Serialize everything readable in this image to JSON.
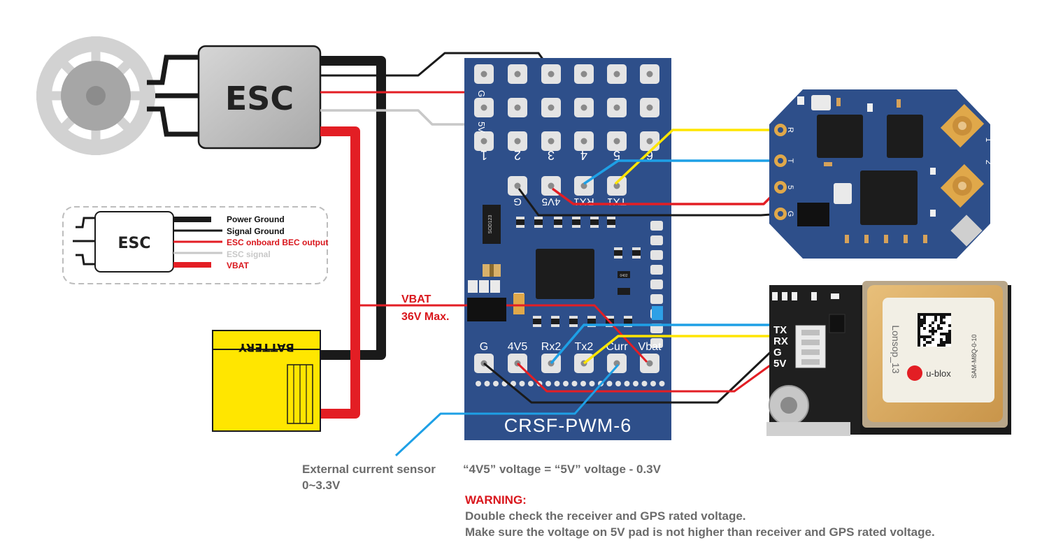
{
  "esc": {
    "label": "ESC"
  },
  "legend": {
    "esc_label": "ESC",
    "items": [
      {
        "text": "Power Ground",
        "color": "#111111"
      },
      {
        "text": "Signal Ground",
        "color": "#111111"
      },
      {
        "text": "ESC onboard BEC output",
        "color": "#d9161c"
      },
      {
        "text": "ESC signal",
        "color": "#c8c8c8"
      },
      {
        "text": "VBAT",
        "color": "#d9161c"
      }
    ]
  },
  "battery": {
    "label": "BATTERY"
  },
  "board": {
    "name": "CRSF-PWM-6",
    "channel_labels": [
      "1",
      "2",
      "3",
      "4",
      "5",
      "6"
    ],
    "top_side_labels": [
      "G",
      "5V"
    ],
    "pad_labels_upper": [
      "G",
      "4V5",
      "RX1",
      "TX1"
    ],
    "pad_labels_bottom": [
      "G",
      "4V5",
      "Rx2",
      "Tx2",
      "Curr",
      "Vbat"
    ],
    "chips": [
      "SOD123",
      "0402"
    ]
  },
  "receiver": {
    "pad_labels": [
      "R",
      "T",
      "5",
      "G"
    ],
    "antenna_labels": [
      "1",
      "2"
    ]
  },
  "gps": {
    "pin_labels": [
      "TX",
      "RX",
      "G",
      "5V"
    ],
    "module_text": "SAM-M8Q-0-10",
    "brand": "u-blox",
    "side_text": "Lonsop_13"
  },
  "annotations": {
    "vbat_title": "VBAT",
    "vbat_max": "36V Max.",
    "current_sensor_line1": "External current sensor",
    "current_sensor_line2": "0~3.3V",
    "voltage_note": "“4V5” voltage = “5V” voltage - 0.3V",
    "warning_title": "WARNING:",
    "warning_line1": "Double check the receiver and GPS rated voltage.",
    "warning_line2": "Make sure the voltage on 5V pad is not higher than receiver and GPS rated voltage."
  },
  "colors": {
    "board_blue": "#2e4f8a",
    "wire_red": "#e31e24",
    "wire_black": "#1a1a1a",
    "wire_yellow": "#ffe500",
    "wire_blue": "#1ea0e6",
    "wire_gray": "#c8c8c8",
    "battery_yellow": "#ffe600",
    "warning_red": "#d9161c",
    "note_gray": "#6b6b6b"
  }
}
